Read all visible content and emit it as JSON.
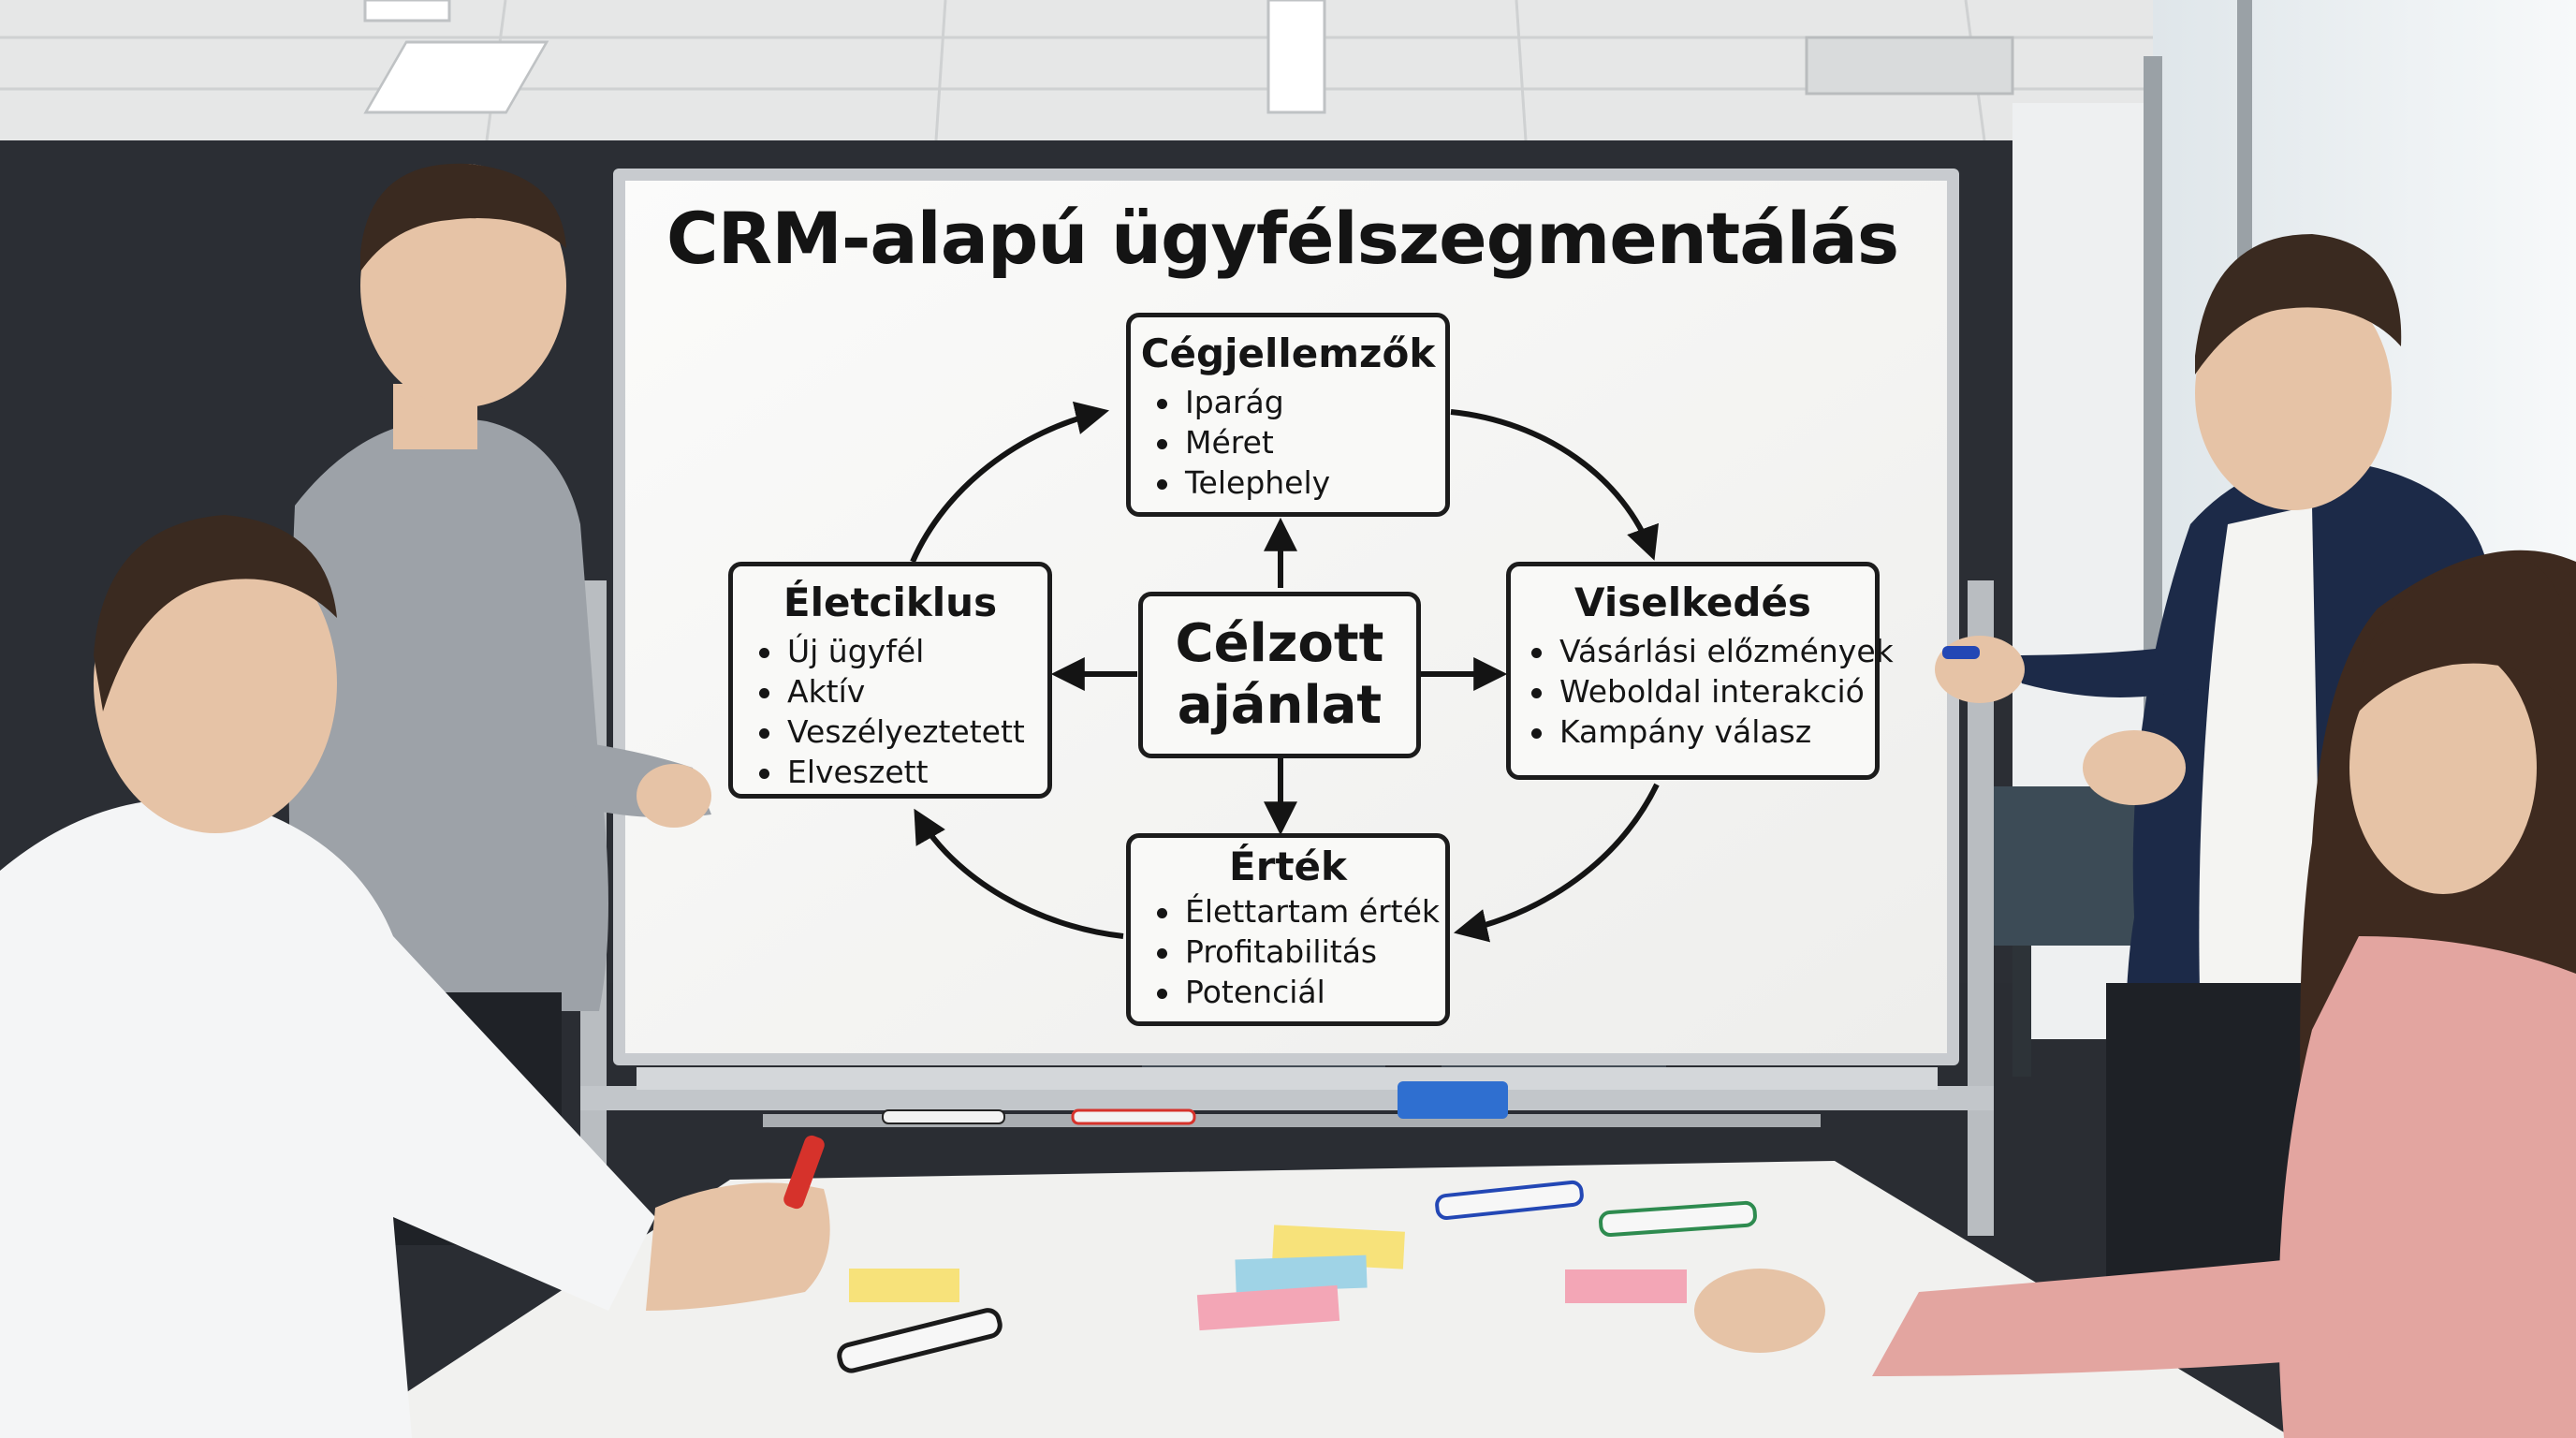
{
  "whiteboard": {
    "title": "CRM-alapú ügyfélszegmentálás",
    "center": "Célzott ajánlat",
    "nodes": {
      "top": {
        "heading": "Cégjellemzők",
        "items": [
          "Iparág",
          "Méret",
          "Telephely"
        ]
      },
      "right": {
        "heading": "Viselkedés",
        "items": [
          "Vásárlási előzmények",
          "Weboldal interakció",
          "Kampány válasz"
        ]
      },
      "bottom": {
        "heading": "Érték",
        "items": [
          "Élettartam érték",
          "Profitabilitás",
          "Potenciál"
        ]
      },
      "left": {
        "heading": "Életciklus",
        "items": [
          "Új ügyfél",
          "Aktív",
          "Veszélyeztetett",
          "Elveszett"
        ]
      }
    }
  },
  "colors": {
    "wall_dark": "#2b2e34",
    "ceiling": "#e9eaea",
    "board": "#f7f7f5",
    "board_frame": "#c9ccd0",
    "table": "#f1f1ef",
    "sticky_yellow": "#f7e27a",
    "sticky_blue": "#9fd3e6",
    "sticky_pink": "#f3a6b6",
    "eraser": "#2f6fd0",
    "marker_red": "#d6322b",
    "marker_blue": "#2347b5",
    "marker_green": "#2e8b4f"
  }
}
